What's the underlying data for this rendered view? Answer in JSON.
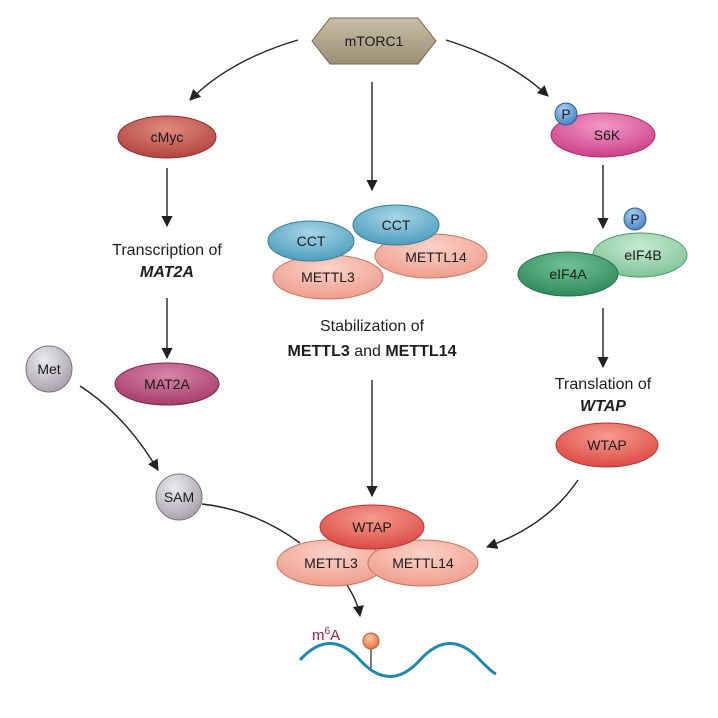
{
  "nodes": {
    "mtorc1": "mTORC1",
    "cmyc": "cMyc",
    "s6k": "S6K",
    "p_s6k": "P",
    "cct_left": "CCT",
    "cct_right": "CCT",
    "mettl3_top": "METTL3",
    "mettl14_top": "METTL14",
    "eif4b": "eIF4B",
    "eif4a": "eIF4A",
    "p_eif4b": "P",
    "met": "Met",
    "mat2a": "MAT2A",
    "sam": "SAM",
    "wtap_right": "WTAP",
    "wtap_complex": "WTAP",
    "mettl3_bottom": "METTL3",
    "mettl14_bottom": "METTL14"
  },
  "captions": {
    "transcription_line1": "Transcription of",
    "transcription_line2": "MAT2A",
    "stabilization_line1": "Stabilization of",
    "stabilization_bold1": "METTL3",
    "stabilization_and": " and ",
    "stabilization_bold2": "METTL14",
    "translation_line1": "Translation of",
    "translation_line2": "WTAP"
  },
  "m6a": {
    "base": "m",
    "sup": "6",
    "suffix": "A"
  },
  "colors": {
    "mtorc1": "#b3a88e",
    "cmyc": "#c0524f",
    "s6k": "#d8549a",
    "phospho": "#5b9bd5",
    "cct": "#5aa8c6",
    "mettl": "#f3aa9b",
    "eif4b": "#8fcfa5",
    "eif4a": "#3d9a6a",
    "met_sam": "#c9c3cc",
    "mat2a": "#b84b79",
    "wtap": "#e55a53",
    "rna": "#1f88b0",
    "m6a": "#9b1f4b",
    "m6a_dot": "#f08a5d"
  }
}
